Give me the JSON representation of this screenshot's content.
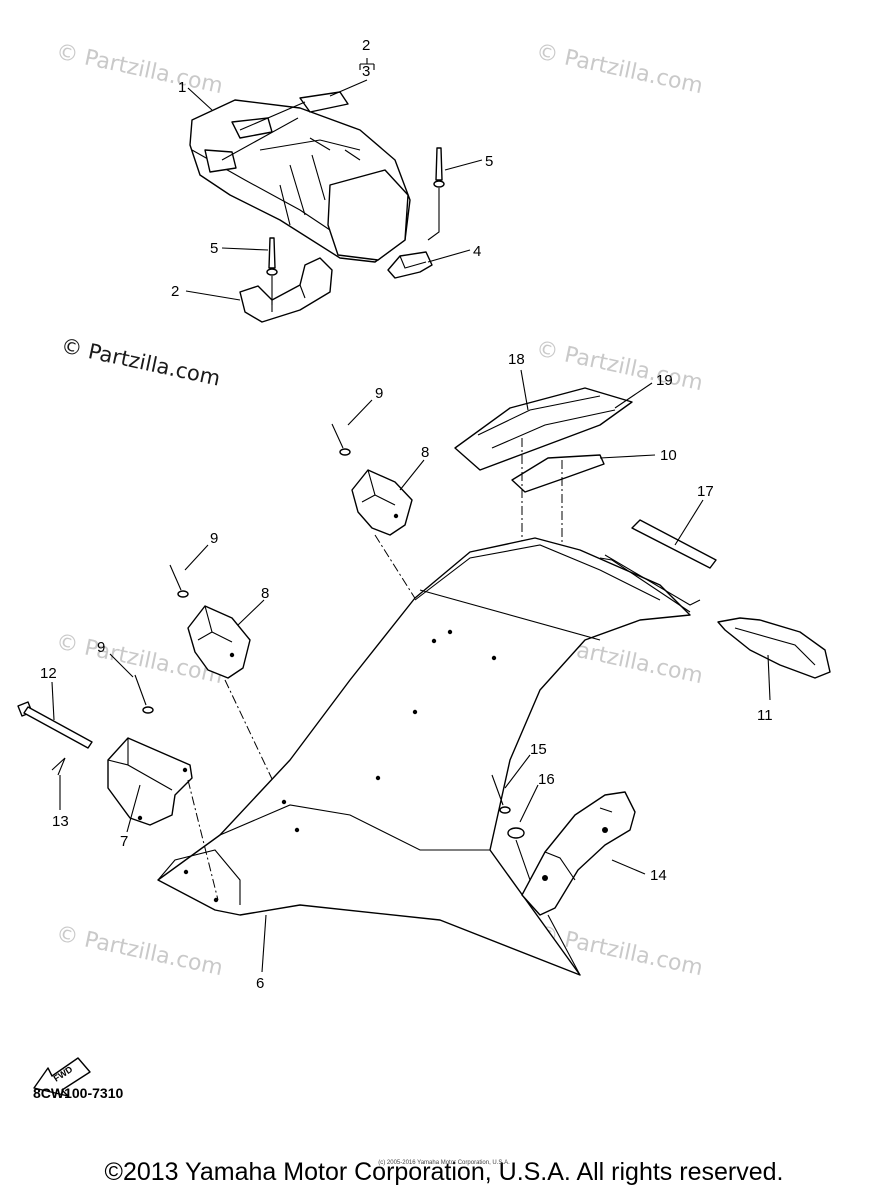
{
  "diagram": {
    "callouts": [
      {
        "id": "1",
        "label": "1"
      },
      {
        "id": "2a",
        "label": "2"
      },
      {
        "id": "3",
        "label": "3"
      },
      {
        "id": "5a",
        "label": "5"
      },
      {
        "id": "5b",
        "label": "5"
      },
      {
        "id": "4",
        "label": "4"
      },
      {
        "id": "2b",
        "label": "2"
      },
      {
        "id": "18",
        "label": "18"
      },
      {
        "id": "19",
        "label": "19"
      },
      {
        "id": "10",
        "label": "10"
      },
      {
        "id": "9a",
        "label": "9"
      },
      {
        "id": "8a",
        "label": "8"
      },
      {
        "id": "17",
        "label": "17"
      },
      {
        "id": "9b",
        "label": "9"
      },
      {
        "id": "8b",
        "label": "8"
      },
      {
        "id": "9c",
        "label": "9"
      },
      {
        "id": "12",
        "label": "12"
      },
      {
        "id": "11",
        "label": "11"
      },
      {
        "id": "13",
        "label": "13"
      },
      {
        "id": "7",
        "label": "7"
      },
      {
        "id": "15",
        "label": "15"
      },
      {
        "id": "16",
        "label": "16"
      },
      {
        "id": "14",
        "label": "14"
      },
      {
        "id": "6",
        "label": "6"
      }
    ],
    "watermark": "© Partzilla.com",
    "fwd_label": "FWD",
    "diagram_code": "8CW100-7310"
  },
  "footer": {
    "copyright": "©2013 Yamaha Motor Corporation, U.S.A. All rights reserved.",
    "tiny_credit": "(c) 2005-2016 Yamaha Motor Corporation, U.S.A."
  }
}
